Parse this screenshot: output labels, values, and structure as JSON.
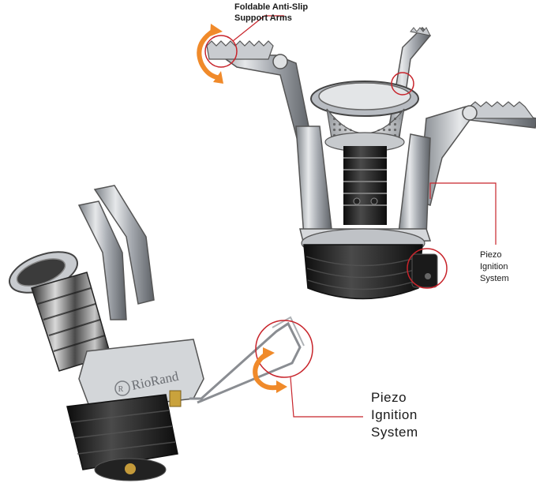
{
  "callouts": {
    "support_arms": {
      "line1": "Foldable Anti-Slip",
      "line2": "Support Arms"
    },
    "piezo_small": {
      "line1": "Piezo",
      "line2": "Ignition",
      "line3": "System"
    },
    "piezo_large": {
      "line1": "Piezo",
      "line2": "Ignition",
      "line3": "System"
    }
  },
  "brand_engraving": "RioRand",
  "colors": {
    "accent_arrow": "#f08a2a",
    "callout_line": "#c8242b",
    "steel": "#b8bcc2",
    "dark_base": "#1c1c1c"
  }
}
